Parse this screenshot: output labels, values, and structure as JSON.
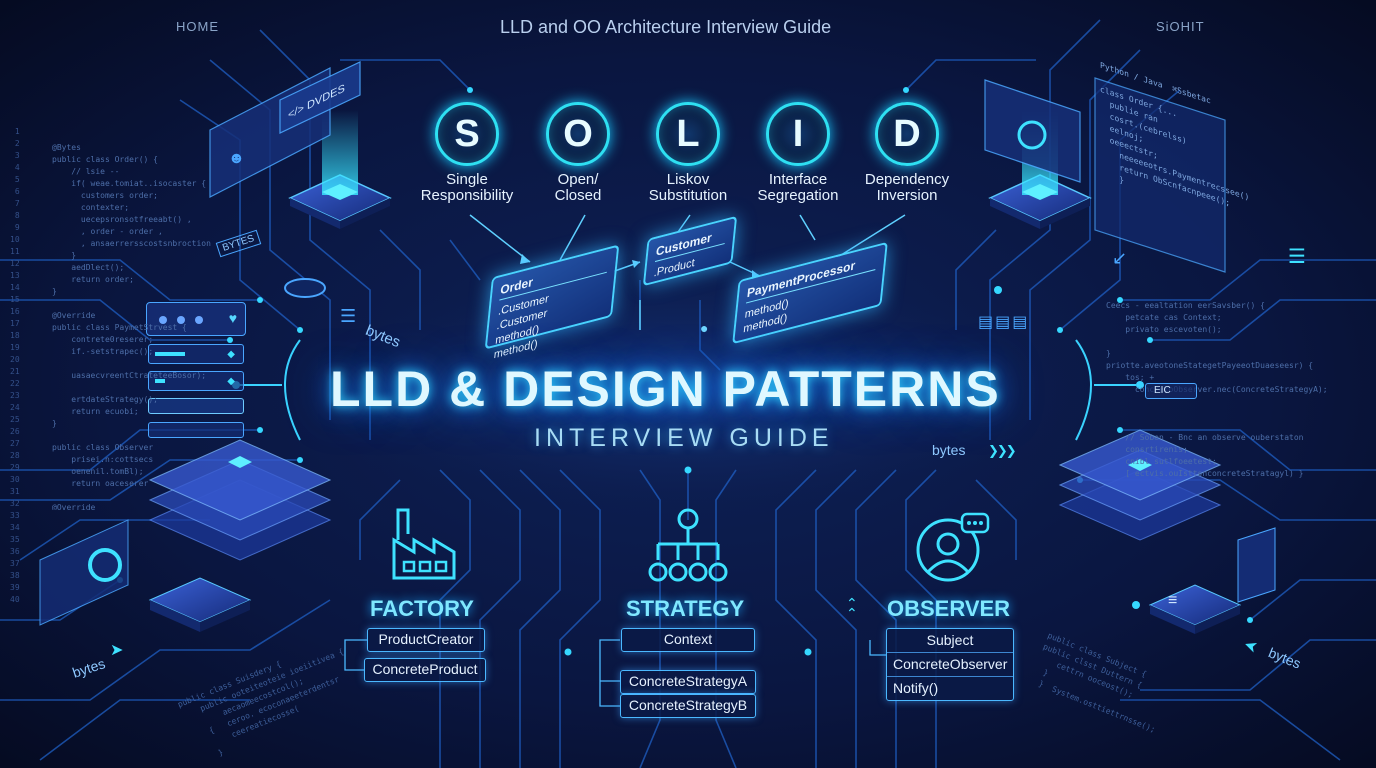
{
  "nav": {
    "home": "HOME",
    "title": "LLD and OO Architecture Interview Guide",
    "right": "SiOHIT"
  },
  "solid": [
    {
      "letter": "S",
      "line1": "Single",
      "line2": "Responsibility"
    },
    {
      "letter": "O",
      "line1": "Open/",
      "line2": "Closed"
    },
    {
      "letter": "L",
      "line1": "Liskov",
      "line2": "Substitution"
    },
    {
      "letter": "I",
      "line1": "Interface",
      "line2": "Segregation"
    },
    {
      "letter": "D",
      "line1": "Dependency",
      "line2": "Inversion"
    }
  ],
  "uml": {
    "order": {
      "head": "Order",
      "rows": [
        ".Customer",
        ".Customer",
        "method()",
        "method()"
      ]
    },
    "customer": {
      "head": "Customer",
      "rows": [
        ".Product"
      ]
    },
    "payment": {
      "head": "PaymentProcessor",
      "rows": [
        "method()",
        "method()"
      ]
    }
  },
  "hero": {
    "title": "LLD & DESIGN PATTERNS",
    "subtitle": "INTERVIEW GUIDE"
  },
  "patterns": {
    "factory": {
      "title": "FACTORY",
      "boxes": [
        "ProductCreator",
        "ConcreteProduct"
      ]
    },
    "strategy": {
      "title": "STRATEGY",
      "boxes": [
        "Context",
        "ConcreteStrategyA",
        "ConcreteStrategyB"
      ]
    },
    "observer": {
      "title": "OBSERVER",
      "rows": [
        "Subject",
        "ConcreteObserver",
        "Notify()"
      ]
    }
  },
  "labels": {
    "bytes_left_top": "BYTES",
    "bytes_left_mid": "bytes",
    "bytes_center_right": "bytes",
    "bytes_bottom_left": "bytes",
    "bytes_bottom_right": "bytes",
    "dvdes": "</> DVDES",
    "eic": "EIC"
  },
  "code": {
    "left": "@Bytes\npublic class Order() {\n    // lsie --\n    if( weae.tomiat..isocaster {\n      customers order;\n      contexter;\n      uecepsronsotfreeabt() ,\n      , order - order ,\n      , ansaerrersscostsnbroction;\n    }\n    aedDlect();\n    return order;\n}\n\n@Override\npublic class PaymetStrvest {\n    contrete0reserer;\n    if.-setstrapec();\n\n    uasaecvreentCtrateteeBosor);\n\n    ertdateStrategy();\n    return ecuobi;\n}\n\npublic class Observer\n    prisei.n:cottsecs\n    oenenil.tomBl);\n    return oaceserer\n\n@Override\npublic Oestocte-aeSeatre\n    return ueno.melosttn",
    "leftnums": "1\n2\n3\n4\n5\n6\n7\n8\n9\n10\n11\n12\n13\n14\n15\n16\n17\n18\n19\n20\n21\n22\n23\n24\n25\n26\n27\n28\n29\n30\n31\n32\n33\n34\n35\n36\n37\n38\n39\n40",
    "right": "Ceecs - eealtation eerSavsber() {\n    petcate cas Context;\n    privato escevoten();\n\n}\npriotte.aveotoneStategetPayeeotDuaeseesr) {\n    tos; +\n      concretoObserver.nec(ConcreteStrategyA);\n\n\n\n    // Soben - Bnc an observe ouberstaton\n    consrtirenis;\n    cnibl sutlfoeetest;\n    [ ectvis.ouIsttsnconcreteStratagyl) }\n\n\n\n        serl.Gode\n    ecserl.deg.deoajetsf[]);",
    "topright": "Python / Java  ⌘Ssbetac\n\nclass Order {...\n  publie ran\n  cosrt.(cebrelss)\n  eelnoj;\n  oeeectstr;\n    neeeeeotrs.Paymentrecssee();\n    return ObScnfacnpeee();\n    }\n\n    ,cseetec,trastsitreenctrt();",
    "bottomleft": "public class Suisdery {\n    public ooteiteoteie ioeiitivea {\n        aecaomeecostcol();\n    {   ceroo. ecoconaeeterdentsr\n        ceereatiecosse(\n    }",
    "bottomright": "public class Subject {\npublic clsst Duttern {\n    cettrn ooceost();\n  }\n  }  System.osttiettrnsse();"
  },
  "colors": {
    "accent": "#2ee0f2",
    "glow": "#1a8dff",
    "bg": "#070f2a"
  }
}
